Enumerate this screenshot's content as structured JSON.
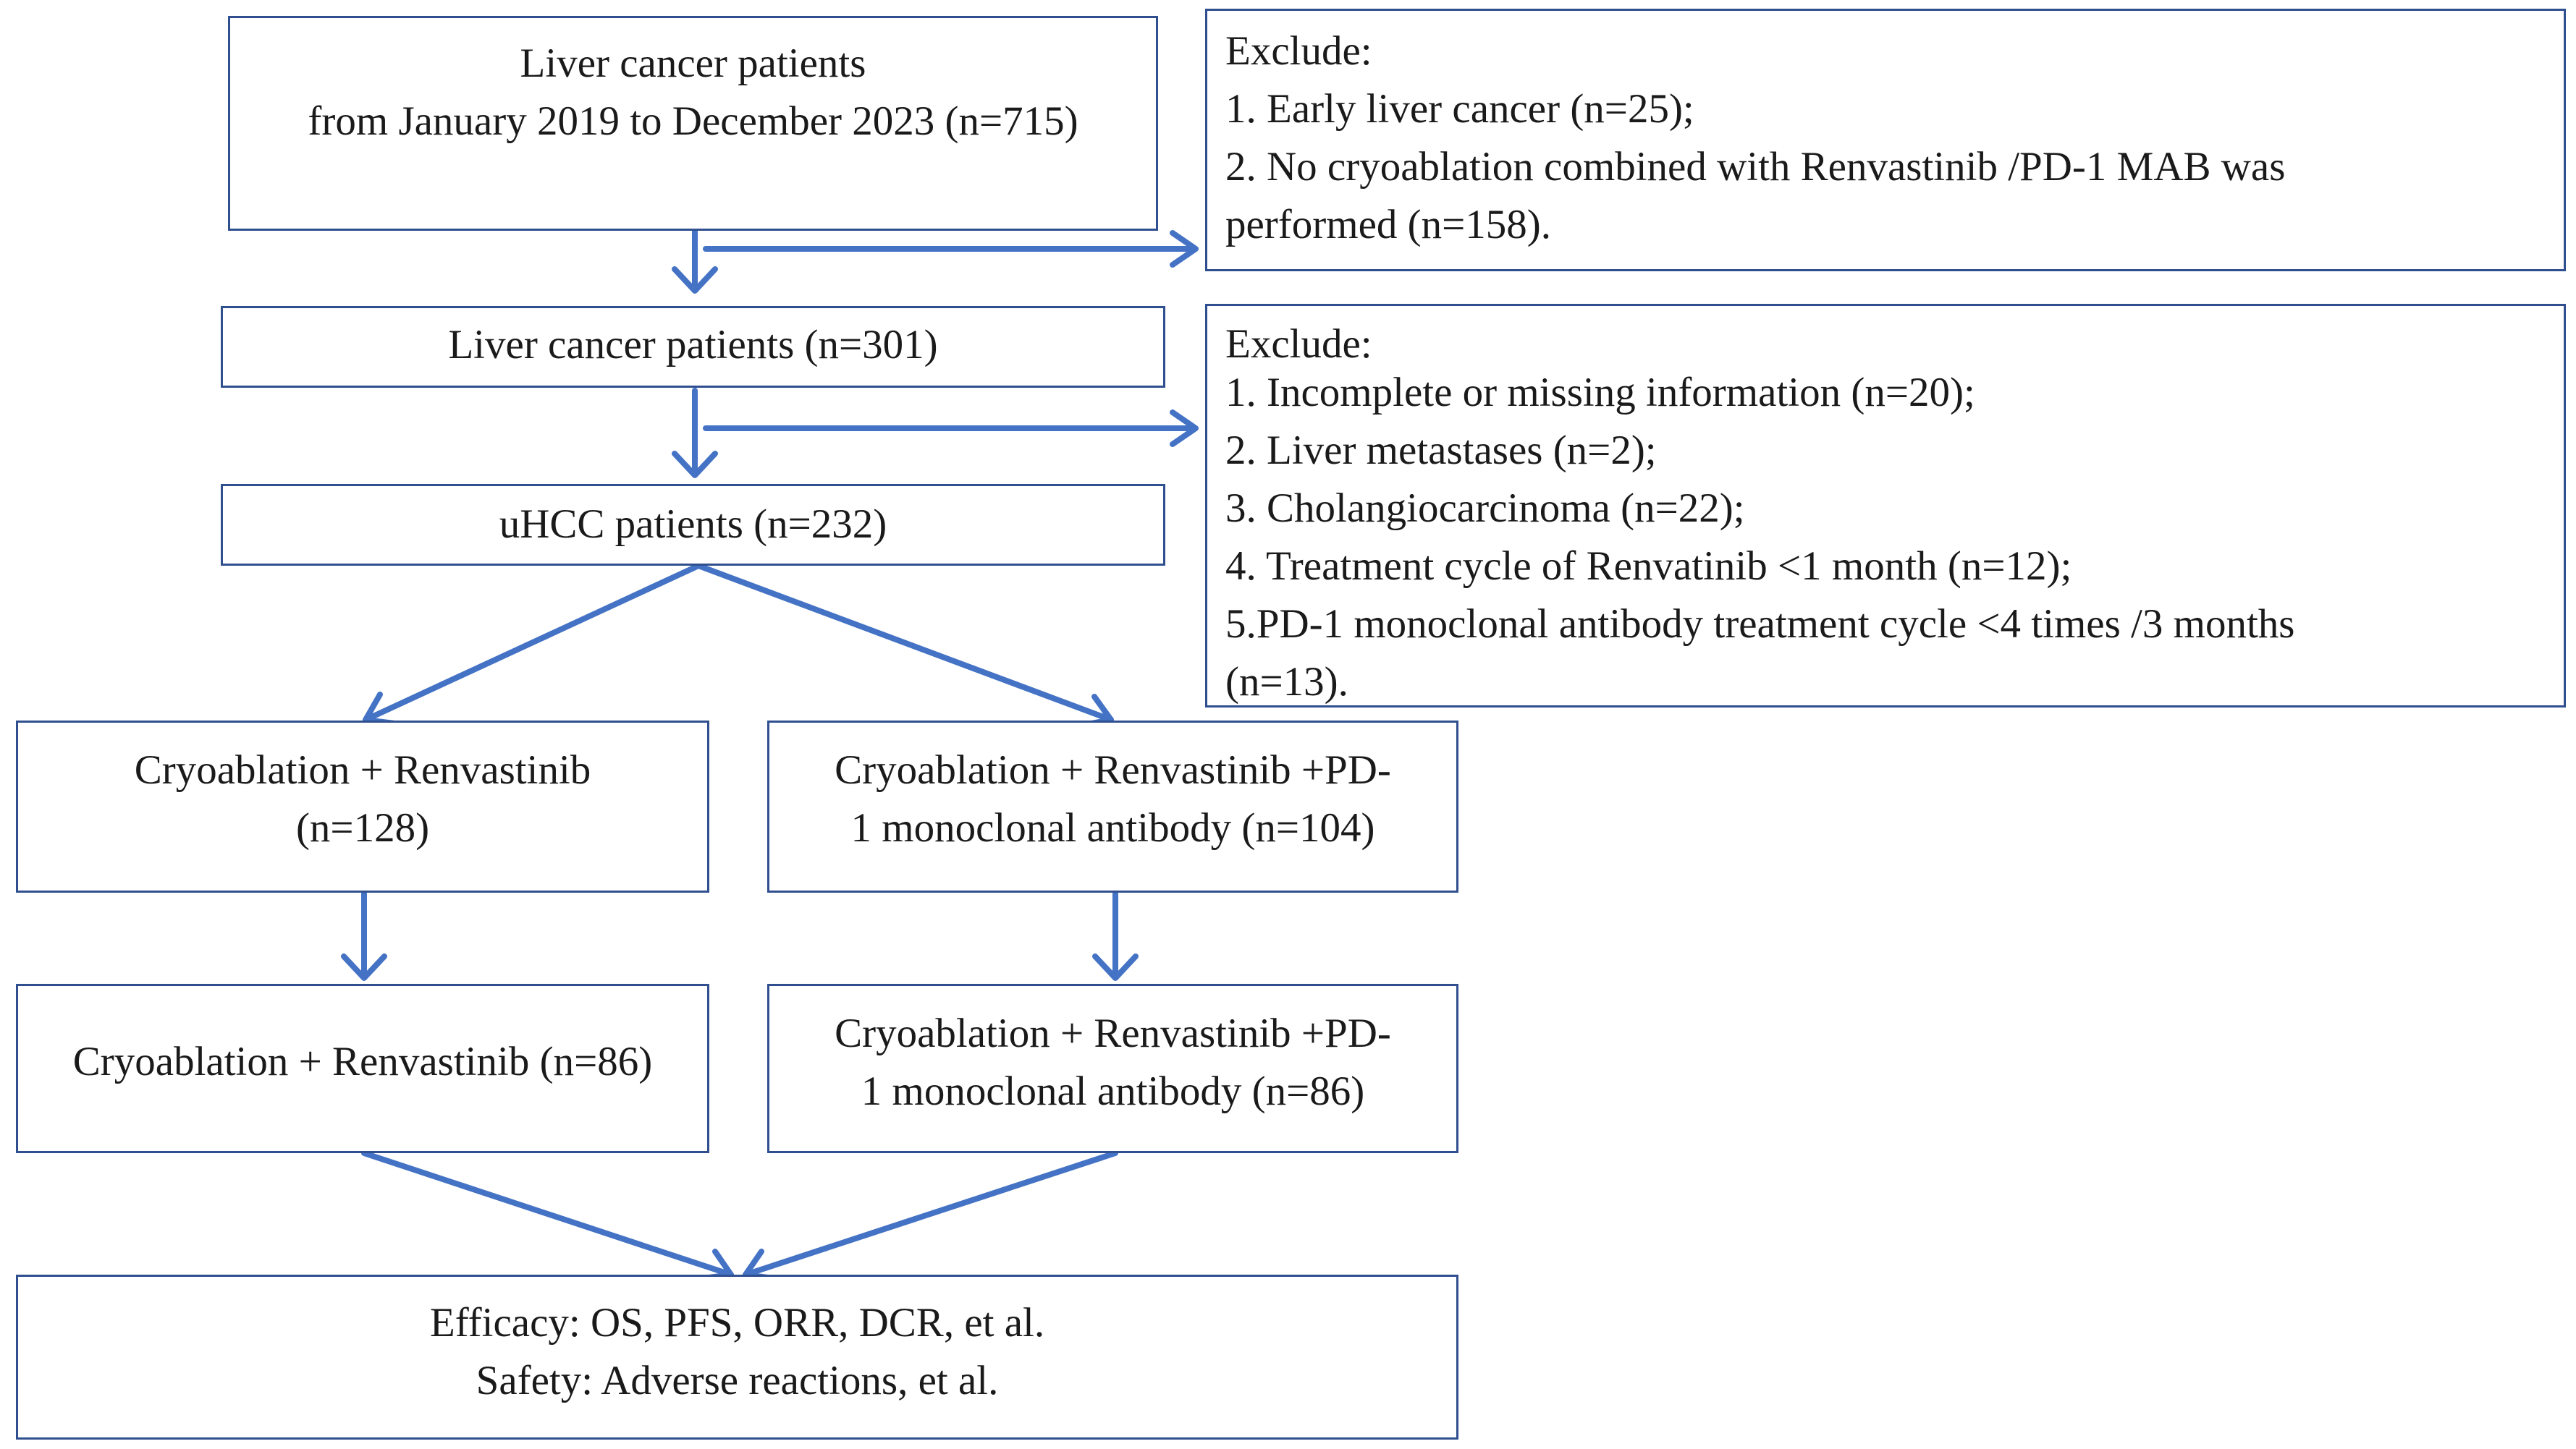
{
  "colors": {
    "border": "#2f4f8f",
    "arrow": "#4472c4",
    "text": "#1a1a1a"
  },
  "box1": {
    "lines": [
      "Liver cancer patients",
      "from January 2019 to December 2023 (n=715)"
    ]
  },
  "exclude1": {
    "lines": [
      "Exclude:",
      "1. Early liver cancer (n=25);",
      "2. No cryoablation combined with Renvastinib /PD-1 MAB was",
      "performed (n=158)."
    ]
  },
  "box2": {
    "lines": [
      "Liver cancer patients (n=301)"
    ]
  },
  "exclude2": {
    "lines": [
      "Exclude:",
      "1. Incomplete or missing information (n=20);",
      "2. Liver metastases (n=2);",
      "3. Cholangiocarcinoma (n=22);",
      "4. Treatment cycle of Renvatinib <1 month (n=12);",
      "5.PD-1 monoclonal antibody treatment cycle <4 times /3 months",
      "(n=13)."
    ]
  },
  "box3": {
    "lines": [
      "uHCC patients (n=232)"
    ]
  },
  "box4a": {
    "lines": [
      "Cryoablation + Renvastinib",
      "(n=128)"
    ]
  },
  "box4b": {
    "lines": [
      "Cryoablation + Renvastinib +PD-",
      "1 monoclonal antibody (n=104)"
    ]
  },
  "box5a": {
    "lines": [
      "Cryoablation + Renvastinib (n=86)"
    ]
  },
  "box5b": {
    "lines": [
      "Cryoablation + Renvastinib +PD-",
      "1 monoclonal antibody (n=86)"
    ]
  },
  "box6": {
    "lines": [
      "Efficacy: OS, PFS, ORR, DCR, et al.",
      "Safety: Adverse reactions, et al."
    ]
  }
}
